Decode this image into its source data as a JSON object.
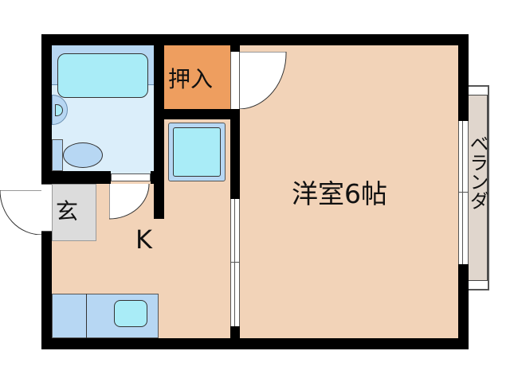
{
  "floorplan": {
    "rooms": {
      "western_room": {
        "label": "洋室6帖",
        "type": "Western-style room",
        "size_jo": 6,
        "color": "#f2d3b8"
      },
      "kitchen": {
        "label": "K",
        "type": "Kitchen",
        "color": "#f2d3b8"
      },
      "closet": {
        "label": "押入",
        "type": "Closet",
        "color": "#ee9e5f"
      },
      "entrance": {
        "label": "玄",
        "type": "Entrance",
        "color": "#dcdcdc"
      },
      "balcony": {
        "label": "ベランダ",
        "type": "Balcony",
        "color": "#e0d6cd"
      },
      "bathroom": {
        "type": "Bath and toilet",
        "color": "#dbeefa"
      }
    },
    "colors": {
      "wall": "#000000",
      "fixture_fill": "#a9ecf7",
      "fixture_frame": "#b7d7f3"
    }
  }
}
